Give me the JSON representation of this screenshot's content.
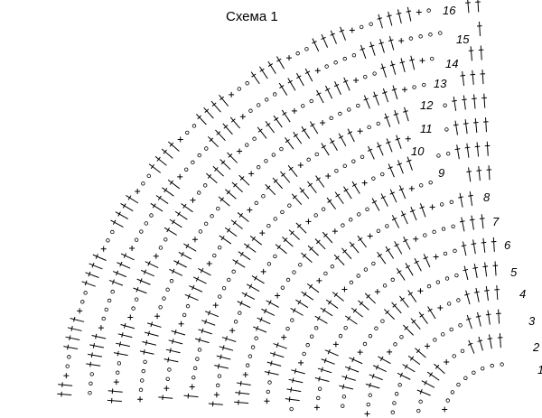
{
  "title": "Схема 1",
  "rows": [
    {
      "label": "1"
    },
    {
      "label": "2"
    },
    {
      "label": "3"
    },
    {
      "label": "4"
    },
    {
      "label": "5"
    },
    {
      "label": "6"
    },
    {
      "label": "7"
    },
    {
      "label": "8"
    },
    {
      "label": "9"
    },
    {
      "label": "10"
    },
    {
      "label": "11"
    },
    {
      "label": "12"
    },
    {
      "label": "13"
    },
    {
      "label": "14"
    },
    {
      "label": "15"
    },
    {
      "label": "16"
    }
  ],
  "symbols": {
    "chain": "chain-stitch-circle",
    "single": "single-crochet-cross",
    "double": "double-crochet-dagger"
  }
}
